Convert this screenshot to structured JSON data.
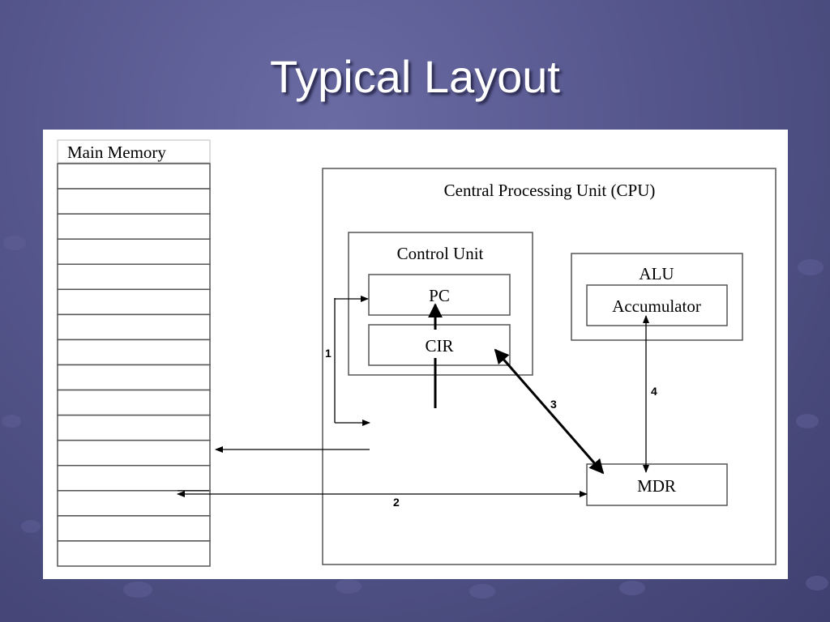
{
  "slide": {
    "title": "Typical Layout"
  },
  "diagram": {
    "memory": {
      "label": "Main Memory",
      "cell_count": 16
    },
    "cpu": {
      "label": "Central Processing Unit (CPU)"
    },
    "control_unit": {
      "label": "Control Unit",
      "pc": "PC",
      "cir": "CIR"
    },
    "alu": {
      "label": "ALU",
      "accumulator": "Accumulator"
    },
    "mdr": {
      "label": "MDR"
    },
    "arrow_labels": [
      "1",
      "2",
      "3",
      "4"
    ],
    "colors": {
      "line": "#000000",
      "box_border": "#555555",
      "background": "#ffffff"
    }
  }
}
